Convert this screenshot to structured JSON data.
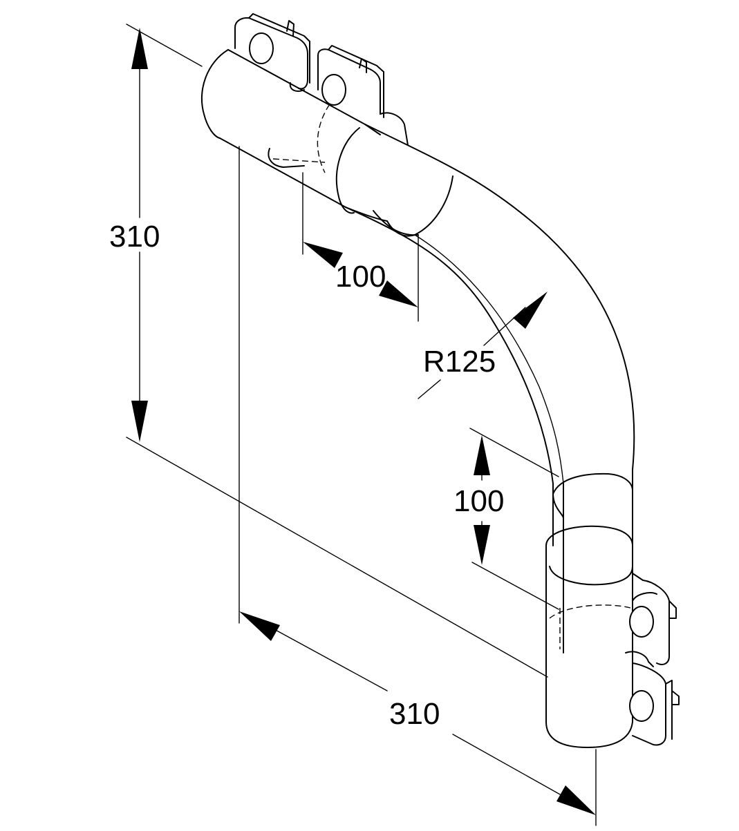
{
  "dimensions": {
    "height_total": "310",
    "width_total": "310",
    "straight_top": "100",
    "straight_bottom": "100",
    "bend_radius": "R125"
  },
  "colors": {
    "line": "#000000",
    "background": "#ffffff"
  }
}
